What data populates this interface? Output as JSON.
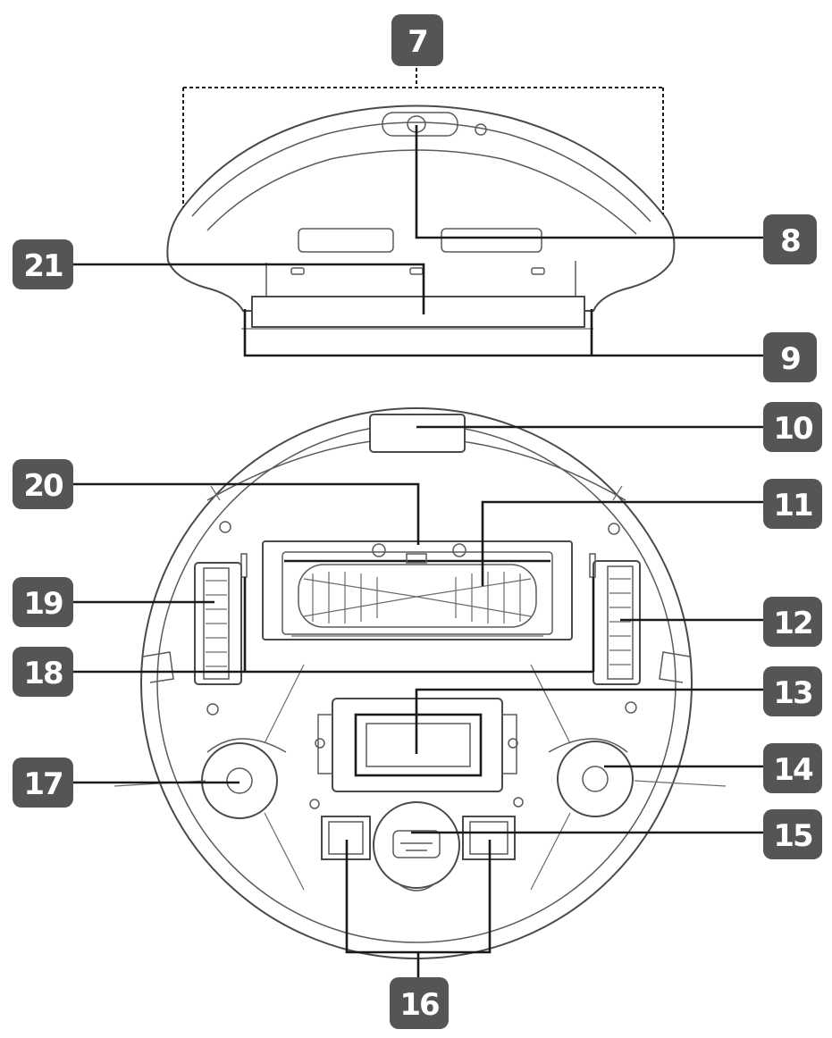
{
  "callouts": [
    {
      "id": "7",
      "label": "7"
    },
    {
      "id": "8",
      "label": "8"
    },
    {
      "id": "9",
      "label": "9"
    },
    {
      "id": "10",
      "label": "10"
    },
    {
      "id": "11",
      "label": "11"
    },
    {
      "id": "12",
      "label": "12"
    },
    {
      "id": "13",
      "label": "13"
    },
    {
      "id": "14",
      "label": "14"
    },
    {
      "id": "15",
      "label": "15"
    },
    {
      "id": "16",
      "label": "16"
    },
    {
      "id": "17",
      "label": "17"
    },
    {
      "id": "18",
      "label": "18"
    },
    {
      "id": "19",
      "label": "19"
    },
    {
      "id": "20",
      "label": "20"
    },
    {
      "id": "21",
      "label": "21"
    }
  ]
}
